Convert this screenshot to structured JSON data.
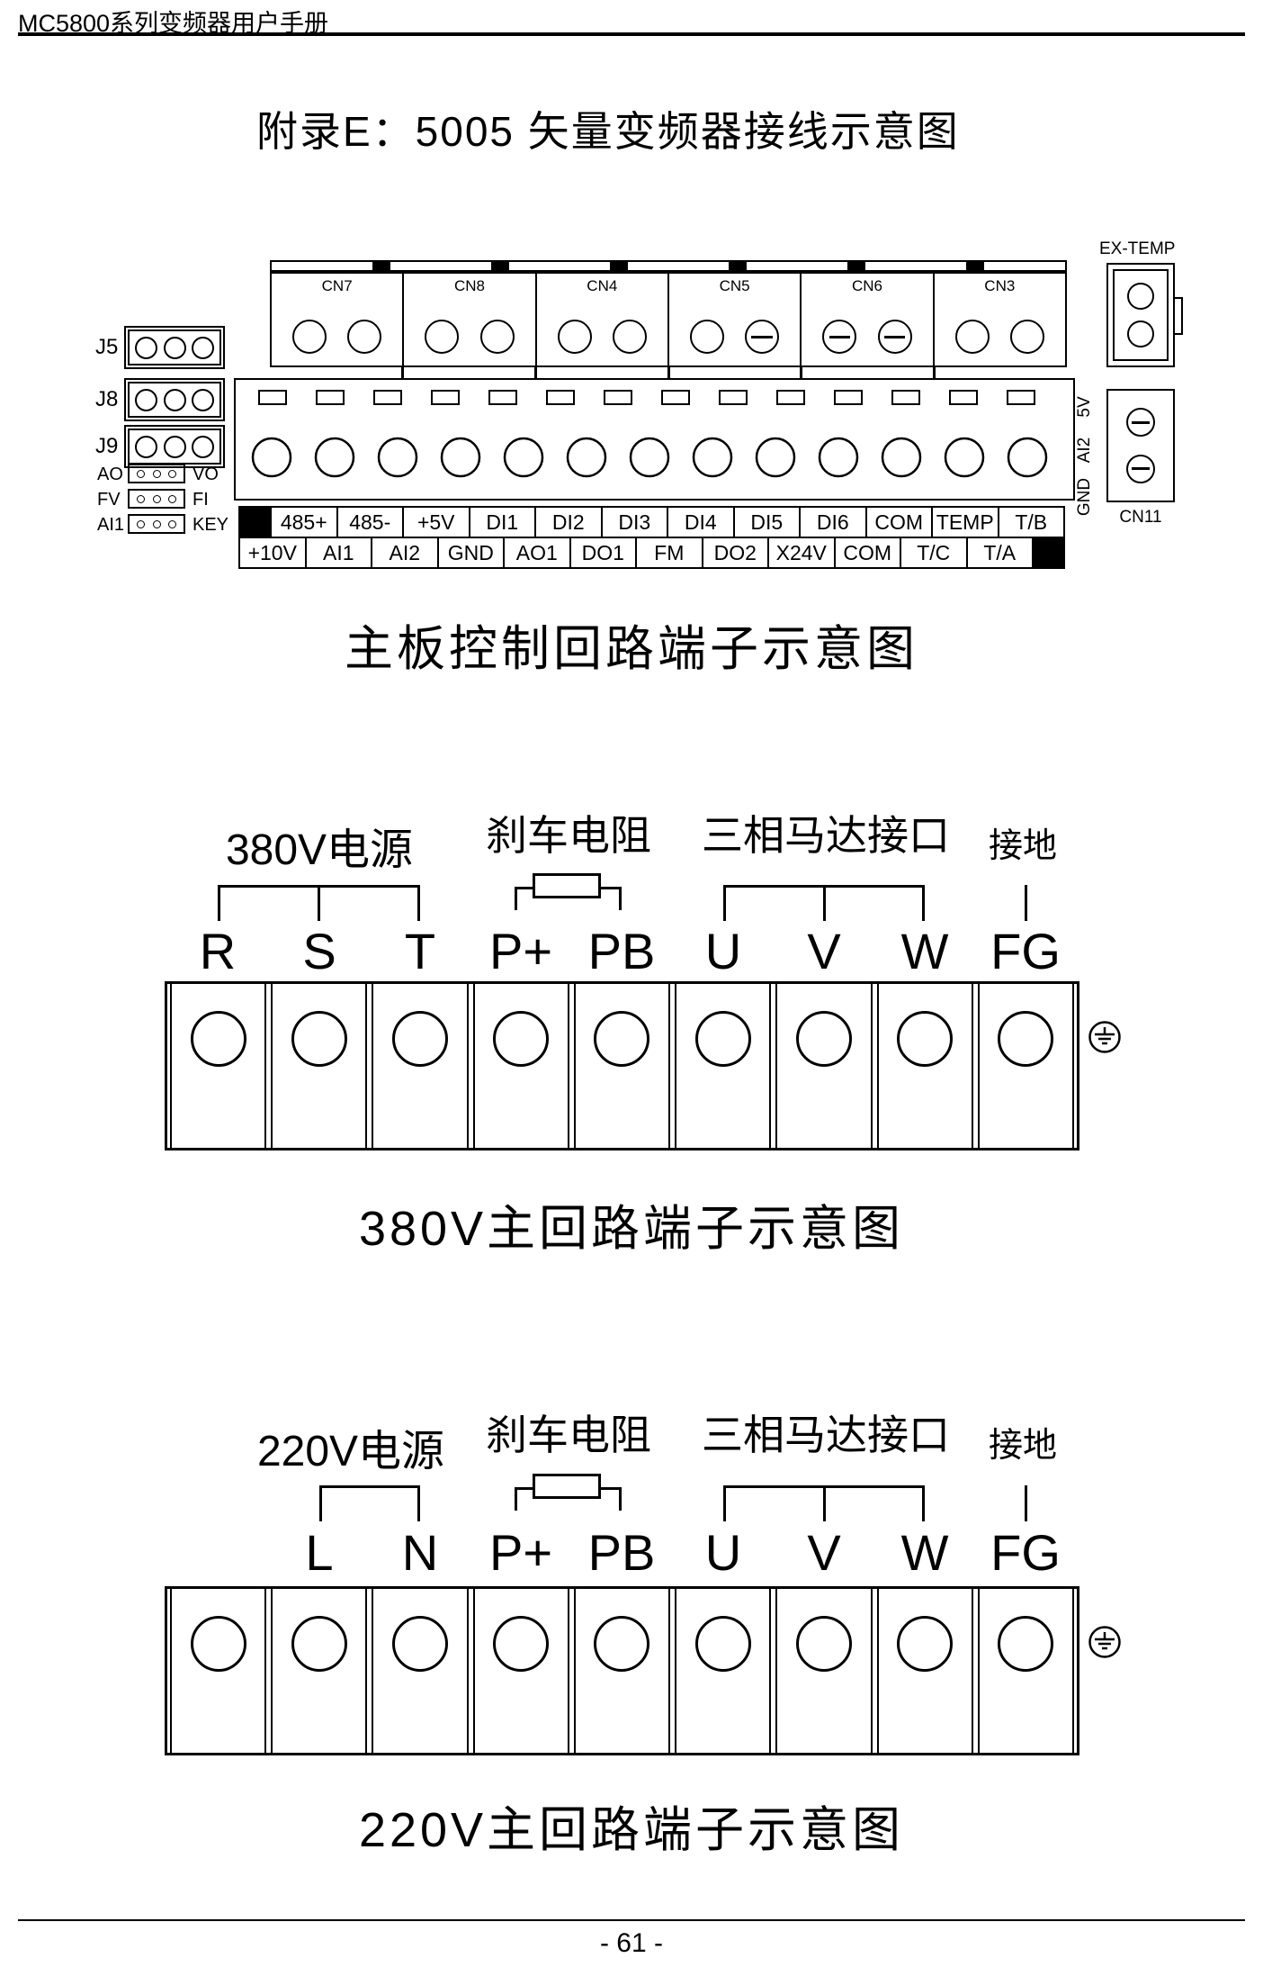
{
  "page": {
    "header": "MC5800系列变频器用户手册",
    "title": "附录E：5005 矢量变频器接线示意图",
    "footer": "- 61 -"
  },
  "control_board": {
    "caption": "主板控制回路端子示意图",
    "top_connectors": [
      "CN7",
      "CN8",
      "CN4",
      "CN5",
      "CN6",
      "CN3"
    ],
    "ex_temp_label": "EX-TEMP",
    "cn11_label": "CN11",
    "left_connectors": [
      "J5",
      "J8",
      "J9"
    ],
    "jumper_rows": [
      {
        "left": "AO",
        "right": "VO"
      },
      {
        "left": "FV",
        "right": "FI"
      },
      {
        "left": "AI1",
        "right": "KEY"
      }
    ],
    "right_vertical_labels": [
      "5V",
      "AI2",
      "GND"
    ],
    "terminal_row_top": [
      "485+",
      "485-",
      "+5V",
      "DI1",
      "DI2",
      "DI3",
      "DI4",
      "DI5",
      "DI6",
      "COM",
      "TEMP",
      "T/B"
    ],
    "terminal_row_bottom": [
      "+10V",
      "AI1",
      "AI2",
      "GND",
      "AO1",
      "DO1",
      "FM",
      "DO2",
      "X24V",
      "COM",
      "T/C",
      "T/A"
    ]
  },
  "block_380v": {
    "power_label": "380V电源",
    "brake_label": "刹车电阻",
    "motor_label": "三相马达接口",
    "ground_label": "接地",
    "terminals": [
      "R",
      "S",
      "T",
      "P+",
      "PB",
      "U",
      "V",
      "W",
      "FG"
    ],
    "caption": "380V主回路端子示意图"
  },
  "block_220v": {
    "power_label": "220V电源",
    "brake_label": "刹车电阻",
    "motor_label": "三相马达接口",
    "ground_label": "接地",
    "terminals": [
      "L",
      "N",
      "P+",
      "PB",
      "U",
      "V",
      "W",
      "FG"
    ],
    "caption": "220V主回路端子示意图"
  }
}
